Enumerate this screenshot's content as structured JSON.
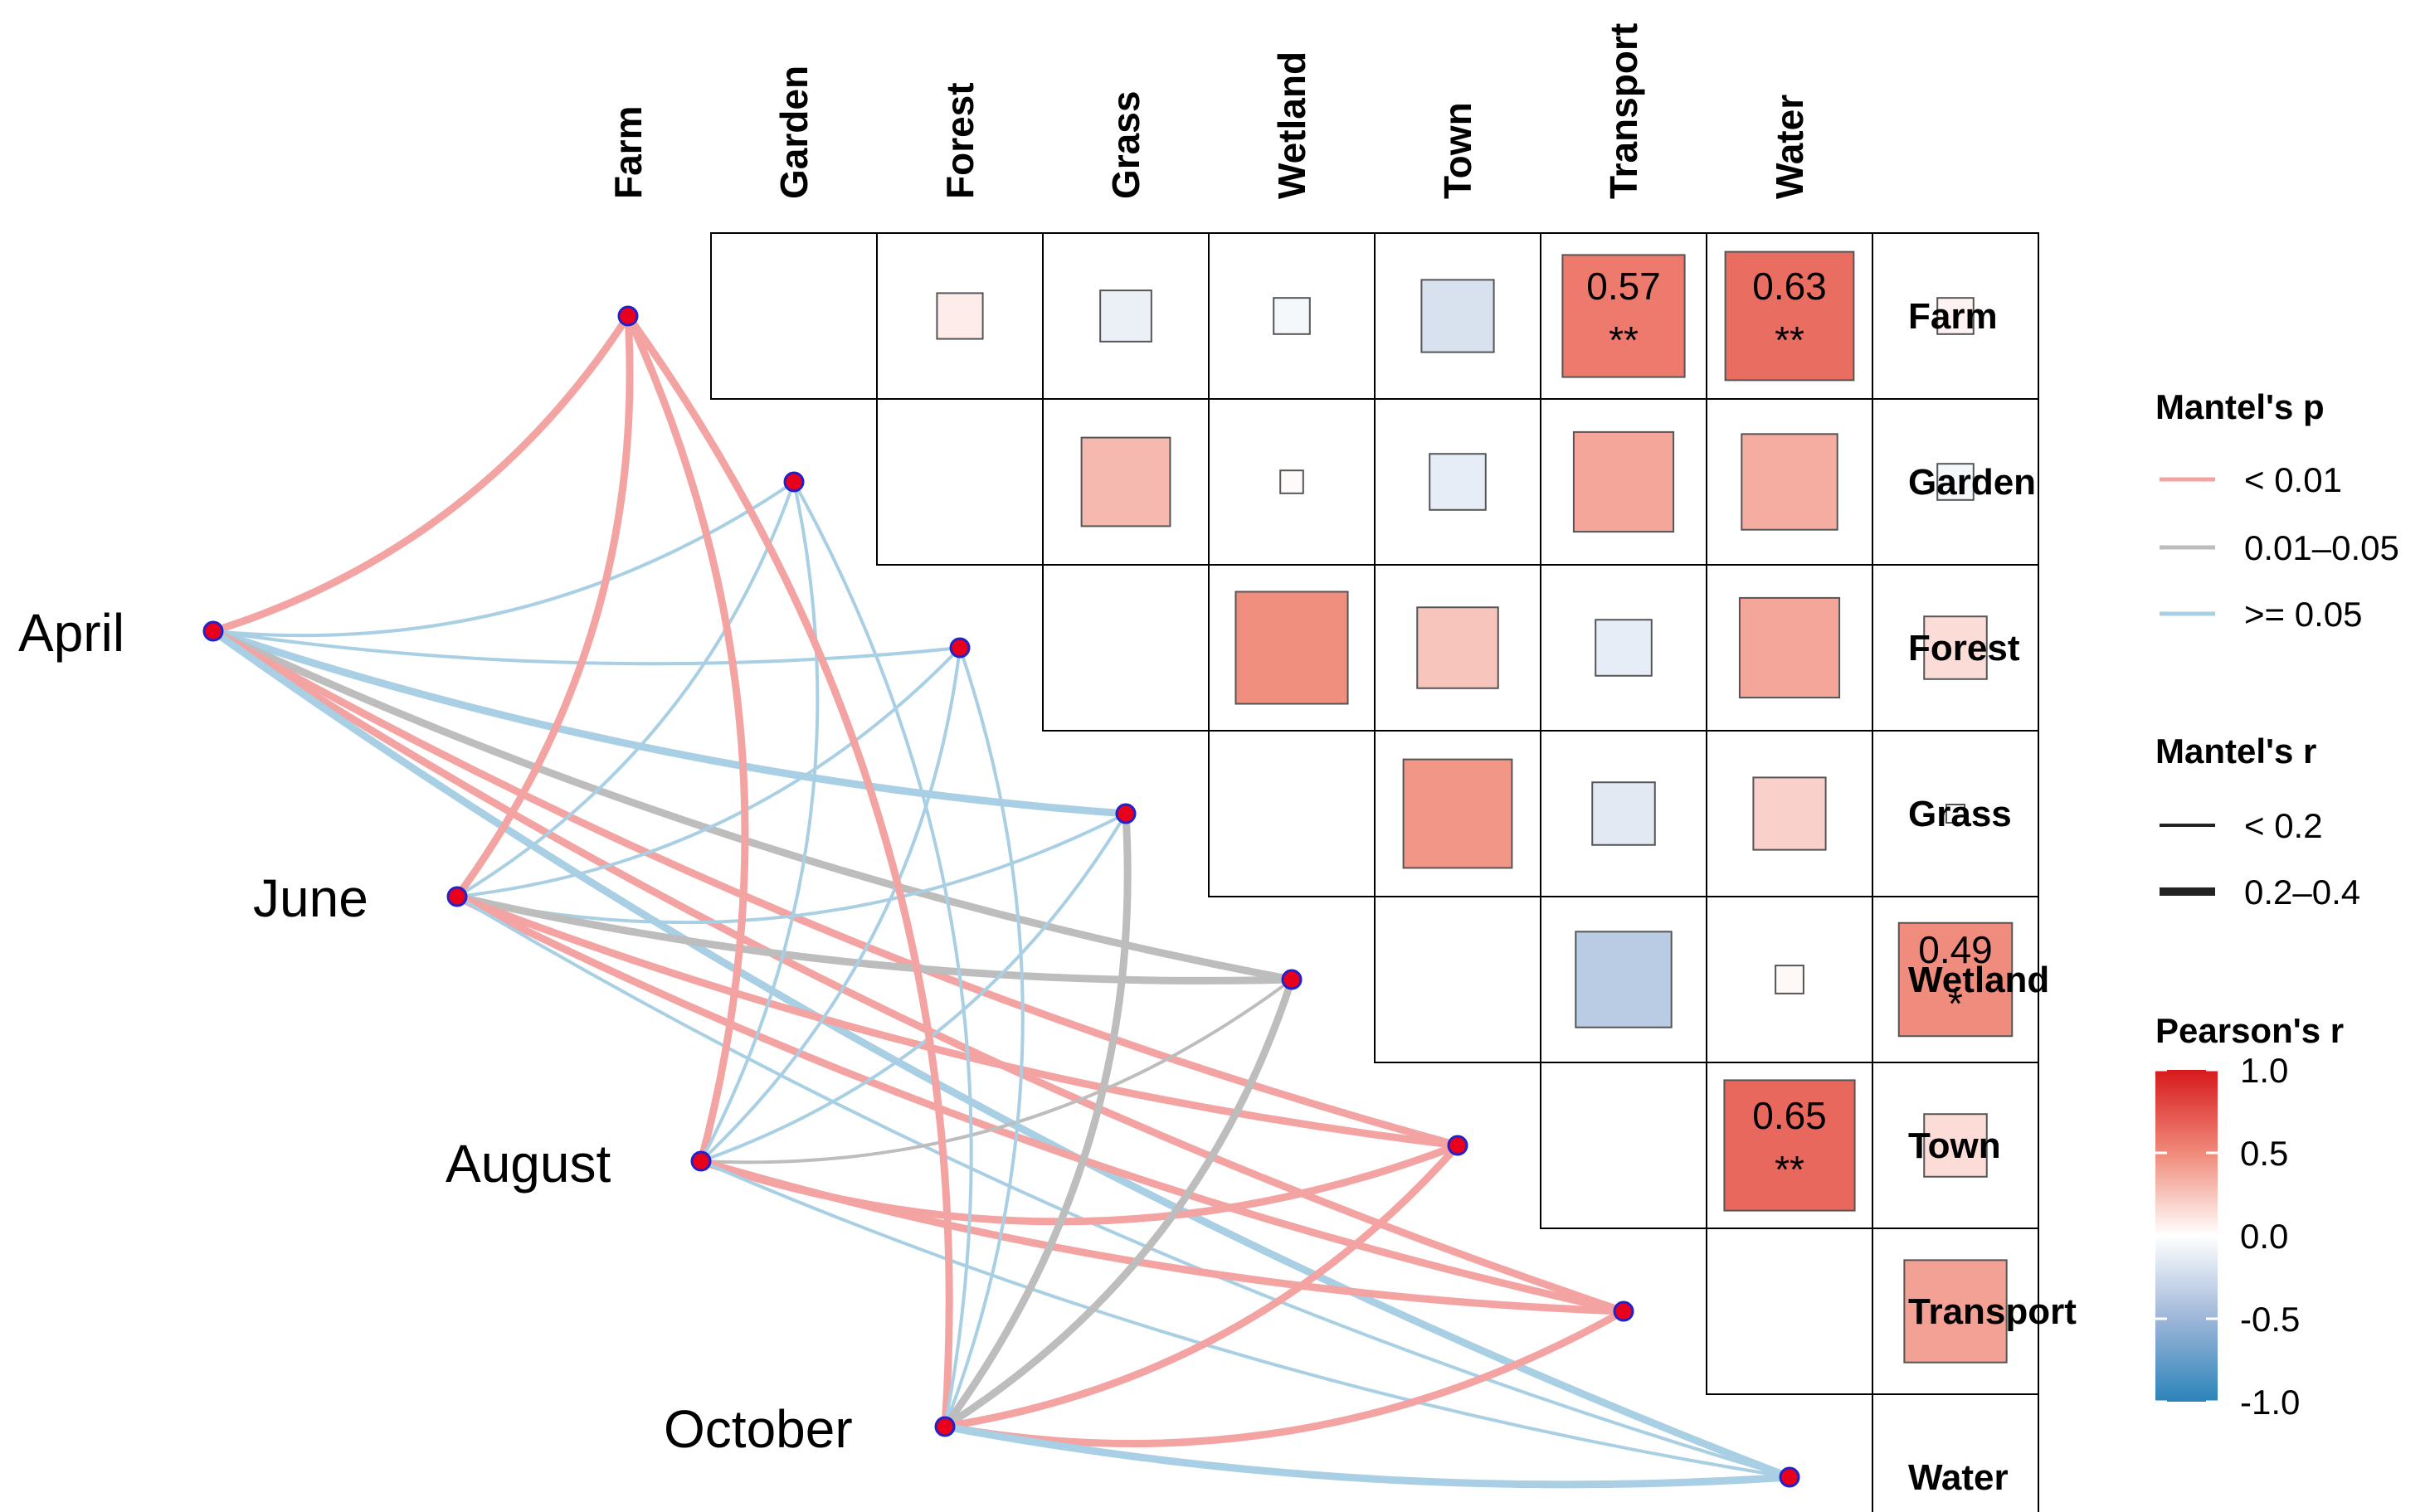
{
  "chart_data": {
    "type": "heatmap",
    "variables": [
      "Farm",
      "Garden",
      "Forest",
      "Grass",
      "Wetland",
      "Town",
      "Transport",
      "Water"
    ],
    "pearson_r": [
      {
        "row": "Farm",
        "col": "Garden",
        "r": 0.08
      },
      {
        "row": "Farm",
        "col": "Forest",
        "r": -0.1
      },
      {
        "row": "Farm",
        "col": "Grass",
        "r": -0.05
      },
      {
        "row": "Farm",
        "col": "Wetland",
        "r": -0.2
      },
      {
        "row": "Farm",
        "col": "Town",
        "r": 0.57,
        "label": "0.57",
        "sig": "**"
      },
      {
        "row": "Farm",
        "col": "Transport",
        "r": 0.63,
        "label": "0.63",
        "sig": "**"
      },
      {
        "row": "Farm",
        "col": "Water",
        "r": 0.05
      },
      {
        "row": "Garden",
        "col": "Forest",
        "r": 0.3
      },
      {
        "row": "Garden",
        "col": "Grass",
        "r": 0.02
      },
      {
        "row": "Garden",
        "col": "Wetland",
        "r": -0.12
      },
      {
        "row": "Garden",
        "col": "Town",
        "r": 0.38
      },
      {
        "row": "Garden",
        "col": "Transport",
        "r": 0.35
      },
      {
        "row": "Garden",
        "col": "Water",
        "r": -0.05
      },
      {
        "row": "Forest",
        "col": "Grass",
        "r": 0.48
      },
      {
        "row": "Forest",
        "col": "Wetland",
        "r": 0.25
      },
      {
        "row": "Forest",
        "col": "Town",
        "r": -0.12
      },
      {
        "row": "Forest",
        "col": "Transport",
        "r": 0.38
      },
      {
        "row": "Forest",
        "col": "Water",
        "r": 0.15
      },
      {
        "row": "Grass",
        "col": "Wetland",
        "r": 0.45
      },
      {
        "row": "Grass",
        "col": "Town",
        "r": -0.15
      },
      {
        "row": "Grass",
        "col": "Transport",
        "r": 0.2
      },
      {
        "row": "Grass",
        "col": "Water",
        "r": 0.01
      },
      {
        "row": "Wetland",
        "col": "Town",
        "r": -0.35
      },
      {
        "row": "Wetland",
        "col": "Transport",
        "r": 0.03
      },
      {
        "row": "Wetland",
        "col": "Water",
        "r": 0.49,
        "label": "0.49",
        "sig": "*"
      },
      {
        "row": "Town",
        "col": "Transport",
        "r": 0.65,
        "label": "0.65",
        "sig": "**"
      },
      {
        "row": "Town",
        "col": "Water",
        "r": 0.15
      },
      {
        "row": "Transport",
        "col": "Water",
        "r": 0.4
      }
    ],
    "mantel_links": [
      {
        "from": "April",
        "to": "Farm",
        "p": "< 0.01",
        "r": "0.2–0.4"
      },
      {
        "from": "April",
        "to": "Garden",
        "p": ">= 0.05",
        "r": "< 0.2"
      },
      {
        "from": "April",
        "to": "Forest",
        "p": ">= 0.05",
        "r": "< 0.2"
      },
      {
        "from": "April",
        "to": "Grass",
        "p": ">= 0.05",
        "r": "0.2–0.4"
      },
      {
        "from": "April",
        "to": "Wetland",
        "p": "0.01–0.05",
        "r": "0.2–0.4"
      },
      {
        "from": "April",
        "to": "Town",
        "p": "< 0.01",
        "r": "0.2–0.4"
      },
      {
        "from": "April",
        "to": "Transport",
        "p": "< 0.01",
        "r": "0.2–0.4"
      },
      {
        "from": "April",
        "to": "Water",
        "p": ">= 0.05",
        "r": "0.2–0.4"
      },
      {
        "from": "June",
        "to": "Farm",
        "p": "< 0.01",
        "r": "0.2–0.4"
      },
      {
        "from": "June",
        "to": "Garden",
        "p": ">= 0.05",
        "r": "< 0.2"
      },
      {
        "from": "June",
        "to": "Forest",
        "p": ">= 0.05",
        "r": "< 0.2"
      },
      {
        "from": "June",
        "to": "Grass",
        "p": ">= 0.05",
        "r": "< 0.2"
      },
      {
        "from": "June",
        "to": "Wetland",
        "p": "0.01–0.05",
        "r": "0.2–0.4"
      },
      {
        "from": "June",
        "to": "Town",
        "p": "< 0.01",
        "r": "0.2–0.4"
      },
      {
        "from": "June",
        "to": "Transport",
        "p": "< 0.01",
        "r": "0.2–0.4"
      },
      {
        "from": "June",
        "to": "Water",
        "p": ">= 0.05",
        "r": "< 0.2"
      },
      {
        "from": "August",
        "to": "Farm",
        "p": "< 0.01",
        "r": "0.2–0.4"
      },
      {
        "from": "August",
        "to": "Garden",
        "p": ">= 0.05",
        "r": "< 0.2"
      },
      {
        "from": "August",
        "to": "Forest",
        "p": ">= 0.05",
        "r": "< 0.2"
      },
      {
        "from": "August",
        "to": "Grass",
        "p": ">= 0.05",
        "r": "< 0.2"
      },
      {
        "from": "August",
        "to": "Wetland",
        "p": "0.01–0.05",
        "r": "< 0.2"
      },
      {
        "from": "August",
        "to": "Town",
        "p": "< 0.01",
        "r": "0.2–0.4"
      },
      {
        "from": "August",
        "to": "Transport",
        "p": "< 0.01",
        "r": "0.2–0.4"
      },
      {
        "from": "August",
        "to": "Water",
        "p": ">= 0.05",
        "r": "< 0.2"
      },
      {
        "from": "October",
        "to": "Farm",
        "p": "< 0.01",
        "r": "0.2–0.4"
      },
      {
        "from": "October",
        "to": "Garden",
        "p": ">= 0.05",
        "r": "< 0.2"
      },
      {
        "from": "October",
        "to": "Forest",
        "p": ">= 0.05",
        "r": "< 0.2"
      },
      {
        "from": "October",
        "to": "Grass",
        "p": "0.01–0.05",
        "r": "0.2–0.4"
      },
      {
        "from": "October",
        "to": "Wetland",
        "p": "0.01–0.05",
        "r": "0.2–0.4"
      },
      {
        "from": "October",
        "to": "Town",
        "p": "< 0.01",
        "r": "0.2–0.4"
      },
      {
        "from": "October",
        "to": "Transport",
        "p": "< 0.01",
        "r": "0.2–0.4"
      },
      {
        "from": "October",
        "to": "Water",
        "p": ">= 0.05",
        "r": "0.2–0.4"
      }
    ],
    "months": [
      "April",
      "June",
      "August",
      "October"
    ],
    "legend": {
      "mantel_p_title": "Mantel's p",
      "mantel_p_items": [
        "< 0.01",
        "0.01–0.05",
        ">= 0.05"
      ],
      "mantel_r_title": "Mantel's r",
      "mantel_r_items": [
        "< 0.2",
        "0.2–0.4"
      ],
      "pearson_title": "Pearson's r",
      "pearson_ticks": [
        "1.0",
        "0.5",
        "0.0",
        "-0.5",
        "-1.0"
      ],
      "pearson_range": [
        -1.0,
        1.0
      ]
    },
    "colors": {
      "p_lt_001": "#f4a3a3",
      "p_001_005": "#bdbdbd",
      "p_ge_005": "#a8cfe3",
      "node_fill": "#e8001c",
      "node_stroke": "#2222cc",
      "pos": "#d7191c",
      "neg": "#2b83ba"
    }
  }
}
